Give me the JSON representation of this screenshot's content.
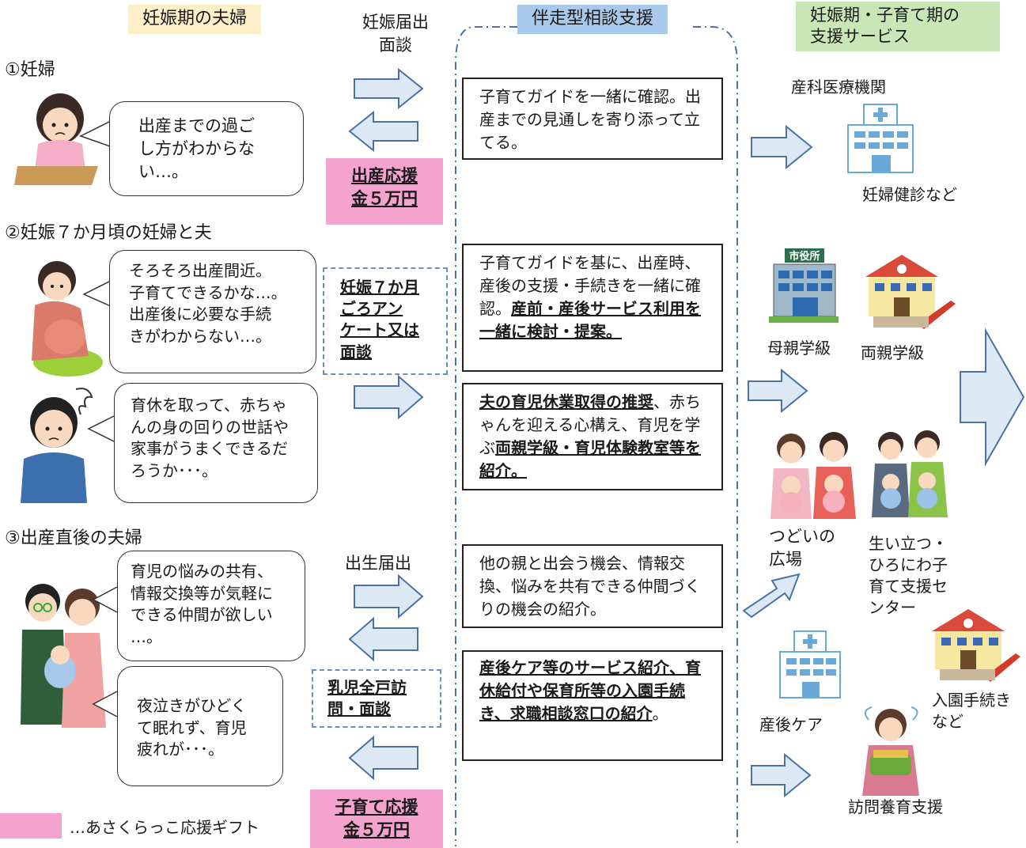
{
  "headers": {
    "couple": "妊娠期の夫婦",
    "support": "伴走型相談支援",
    "services": "妊娠期・子育て期の\n支援サービス"
  },
  "labels": {
    "pregnancy_notice": "妊娠届出\n面談",
    "birth_notice": "出生届出"
  },
  "sections": {
    "s1": "①妊婦",
    "s2": "②妊娠７か月頃の妊婦と夫",
    "s3": "③出産直後の夫婦"
  },
  "bubbles": {
    "b1": "出産までの過ご\nし方がわからな\nい…。",
    "b2": "そろそろ出産間近。\n子育てできるかな…。\n出産後に必要な手続\nきがわからない…。",
    "b3": "育休を取って、赤ちゃ\nんの身の回りの世話や\n家事がうまくできるだ\nろうか･･･。",
    "b4": "育児の悩みの共有、\n情報交換等が気軽に\nできる仲間が欲しい\n…。",
    "b5": "夜泣きがひどく\nて眠れず、育児\n疲れが･･･。"
  },
  "pink": {
    "birth_grant": "出産応援\n金５万円",
    "child_grant": "子育て応援\n金５万円"
  },
  "dashed": {
    "survey": "妊娠７か月\nごろアン\nケート又は\n面談",
    "visit": "乳児全戸訪\n問・面談"
  },
  "boxes": {
    "box1": "子育てガイドを一緒に確認。出産までの見通しを寄り添って立てる。",
    "box2_plain": "子育てガイドを基に、出産時、産後の支援・手続きを一緒に確認。",
    "box2_bold": "産前・産後サービス利用を一緒に検討・提案。",
    "box3_bold1": "夫の育児休業取得の推奨",
    "box3_plain": "、赤ちゃんを迎える心構え、育児を学ぶ",
    "box3_bold2": "両親学級・育児体験教室等を紹介。",
    "box4": "他の親と出会う機会、情報交換、悩みを共有できる仲間づくりの機会の紹介。",
    "box5_bold": "産後ケア等のサービス紹介、育休給付や保育所等の入園手続き、求職相談窓口の紹介",
    "box5_end": "。"
  },
  "services": {
    "obstetric": "産科医療機関",
    "checkup": "妊婦健診など",
    "mother_class": "母親学級",
    "parents_class": "両親学級",
    "plaza": "つどいの\n広場",
    "center": "生い立つ・\nひろにわ子\n育て支援セ\nンター",
    "postnatal": "産後ケア",
    "enrollment": "入園手続き\nなど",
    "home_visit": "訪問養育支援",
    "city_hall_sign": "市役所"
  },
  "legend": {
    "text": "…あさくらっこ応援ギフト",
    "color": "#f4a3cf"
  },
  "colors": {
    "arrow_fill": "#dde8f5",
    "arrow_stroke": "#4a72a8",
    "band_border": "#4a72a8"
  }
}
